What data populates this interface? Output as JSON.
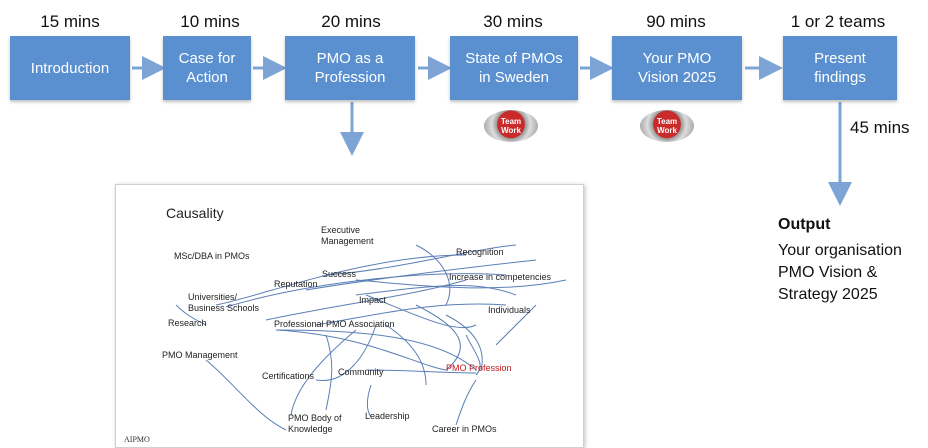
{
  "steps": [
    {
      "duration": "15 mins",
      "label": "Introduction"
    },
    {
      "duration": "10 mins",
      "label": "Case for\nAction"
    },
    {
      "duration": "20 mins",
      "label": "PMO as a\nProfession"
    },
    {
      "duration": "30 mins",
      "label": "State of PMOs\nin Sweden"
    },
    {
      "duration": "90 mins",
      "label": "Your PMO\nVision 2025"
    },
    {
      "duration": "1 or 2 teams",
      "label": "Present\nfindings"
    }
  ],
  "badges": [
    "Team\nWork",
    "Team\nWork"
  ],
  "present_duration": "45 mins",
  "output": {
    "title": "Output",
    "text": "Your organisation\nPMO Vision &\nStrategy 2025"
  },
  "causality": {
    "title": "Causality",
    "logo": "AIPMO",
    "nodes": {
      "executive": "Executive\nManagement",
      "recognition": "Recognition",
      "msc": "MSc/DBA in PMOs",
      "success": "Success",
      "increase": "Increase in competencies",
      "reputation": "Reputation",
      "impact": "Impact",
      "universities": "Universities/\nBusiness Schools",
      "individuals": "Individuals",
      "research": "Research",
      "association": "Professional PMO Association",
      "pmo_management": "PMO Management",
      "community": "Community",
      "profession": "PMO Profession",
      "certifications": "Certifications",
      "leadership": "Leadership",
      "body": "PMO Body of\nKnowledge",
      "career": "Career in PMOs"
    }
  }
}
